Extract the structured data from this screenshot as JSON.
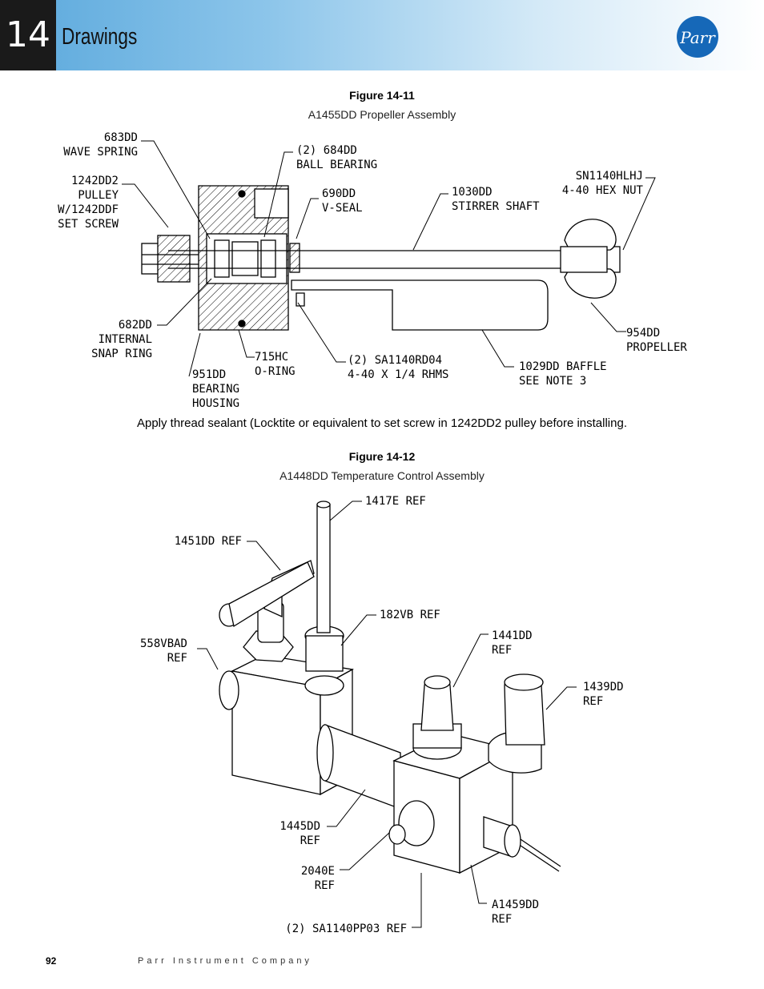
{
  "header": {
    "chapter_number": "14",
    "chapter_title": "Drawings",
    "logo_text": "Parr"
  },
  "figure1": {
    "label": "Figure 14-11",
    "subtitle": "A1455DD Propeller Assembly",
    "callouts": {
      "c683": [
        "683DD",
        "WAVE SPRING"
      ],
      "c684": [
        "(2) 684DD",
        "BALL BEARING"
      ],
      "c1242": [
        "1242DD2",
        "PULLEY",
        "W/1242DDF",
        "SET SCREW"
      ],
      "c690": [
        "690DD",
        "V-SEAL"
      ],
      "c1030": [
        "1030DD",
        "STIRRER SHAFT"
      ],
      "csn": [
        "SN1140HLHJ",
        "4-40 HEX NUT"
      ],
      "c682": [
        "682DD",
        "INTERNAL",
        "SNAP RING"
      ],
      "c715": [
        "715HC",
        "O-RING"
      ],
      "csa": [
        "(2) SA1140RD04",
        "4-40 X 1/4 RHMS"
      ],
      "c954": [
        "954DD",
        "PROPELLER"
      ],
      "c951": [
        "951DD",
        "BEARING",
        "HOUSING"
      ],
      "c1029": [
        "1029DD BAFFLE",
        "SEE NOTE 3"
      ]
    }
  },
  "note": "Apply thread sealant (Locktite or equivalent to set screw in 1242DD2 pulley before installing.",
  "figure2": {
    "label": "Figure 14-12",
    "subtitle": "A1448DD Temperature Control Assembly",
    "callouts": {
      "c1417": [
        "1417E REF"
      ],
      "c1451": [
        "1451DD REF"
      ],
      "c182": [
        "182VB REF"
      ],
      "c558": [
        "558VBAD",
        "REF"
      ],
      "c1441": [
        "1441DD",
        "REF"
      ],
      "c1439": [
        "1439DD",
        "REF"
      ],
      "c1445": [
        "1445DD",
        "REF"
      ],
      "c2040": [
        "2040E",
        "REF"
      ],
      "ca1459": [
        "A1459DD",
        "REF"
      ],
      "csa": [
        "(2) SA1140PP03 REF"
      ]
    }
  },
  "footer": {
    "page_number": "92",
    "company": "Parr Instrument Company"
  }
}
